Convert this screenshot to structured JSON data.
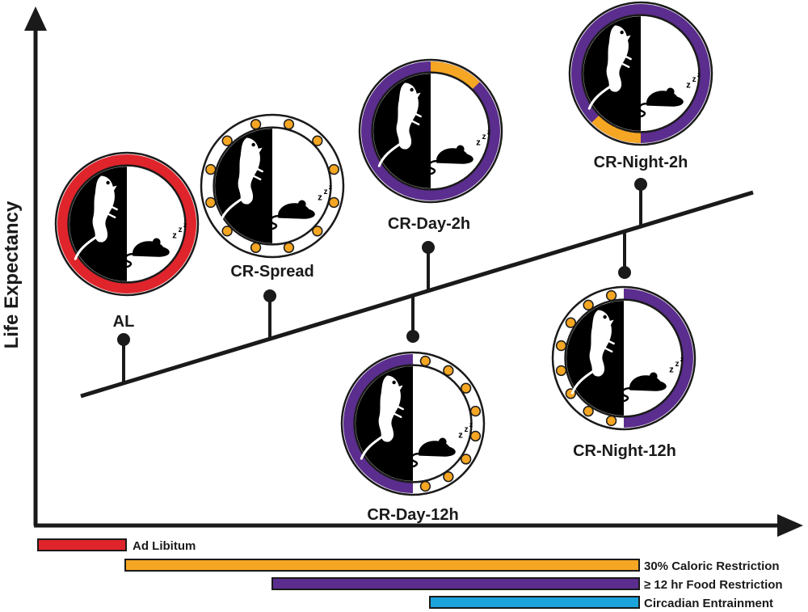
{
  "y_axis_label": "Life Expectancy",
  "colors": {
    "ad_libitum": "#e0242b",
    "caloric_restriction": "#f5a623",
    "food_restriction": "#5b2d8e",
    "circadian": "#1ba3dc",
    "line": "#1a1a1a"
  },
  "groups": [
    {
      "id": "al",
      "label": "AL",
      "ring": "red"
    },
    {
      "id": "cr-spread",
      "label": "CR-Spread",
      "ring": "dotted-full"
    },
    {
      "id": "cr-day-2h",
      "label": "CR-Day-2h",
      "ring": "purple-top-orange"
    },
    {
      "id": "cr-night-2h",
      "label": "CR-Night-2h",
      "ring": "purple-bottom-orange"
    },
    {
      "id": "cr-day-12h",
      "label": "CR-Day-12h",
      "ring": "purple-left-dots-right"
    },
    {
      "id": "cr-night-12h",
      "label": "CR-Night-12h",
      "ring": "dots-left-purple-right"
    }
  ],
  "legend_bars": [
    {
      "label": "Ad Libitum",
      "color_key": "ad_libitum"
    },
    {
      "label": "30% Caloric Restriction",
      "color_key": "caloric_restriction"
    },
    {
      "label": "≥ 12 hr Food Restriction",
      "color_key": "food_restriction"
    },
    {
      "label": "Circadian Entrainment",
      "color_key": "circadian"
    }
  ],
  "icons": [
    "rat-awake-icon",
    "mouse-sleeping-icon",
    "zzz-icon"
  ]
}
